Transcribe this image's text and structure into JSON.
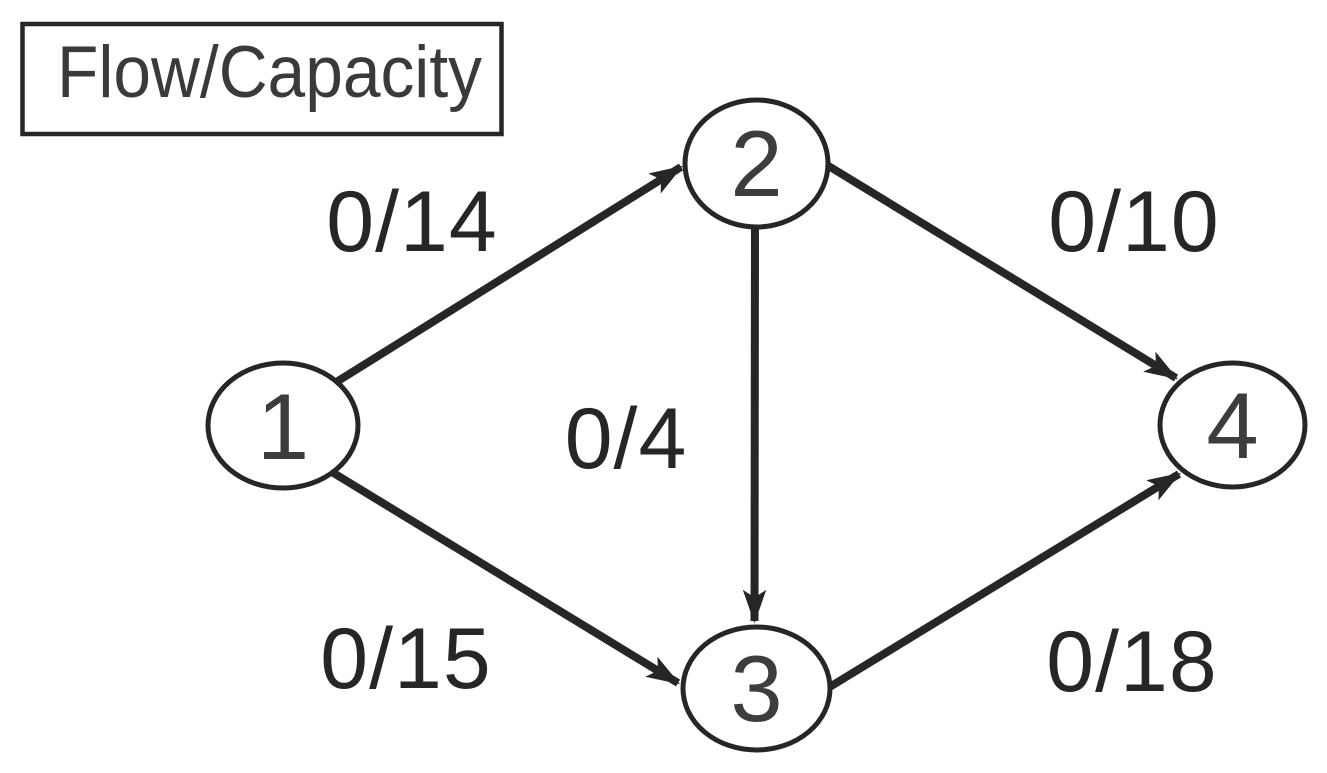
{
  "legend": {
    "label": "Flow/Capacity"
  },
  "diagram": {
    "type": "directed-flow-network",
    "label_format": "flow/capacity",
    "nodes": [
      {
        "id": "1",
        "label": "1",
        "role": "source"
      },
      {
        "id": "2",
        "label": "2",
        "role": "intermediate"
      },
      {
        "id": "3",
        "label": "3",
        "role": "intermediate"
      },
      {
        "id": "4",
        "label": "4",
        "role": "sink"
      }
    ],
    "edges": [
      {
        "from": "1",
        "to": "2",
        "flow": 0,
        "capacity": 14,
        "label": "0/14"
      },
      {
        "from": "1",
        "to": "3",
        "flow": 0,
        "capacity": 15,
        "label": "0/15"
      },
      {
        "from": "2",
        "to": "3",
        "flow": 0,
        "capacity": 4,
        "label": "0/4"
      },
      {
        "from": "2",
        "to": "4",
        "flow": 0,
        "capacity": 10,
        "label": "0/10"
      },
      {
        "from": "3",
        "to": "4",
        "flow": 0,
        "capacity": 18,
        "label": "0/18"
      }
    ],
    "colors": {
      "line": "#262626",
      "node_fill": "#ffffff",
      "node_text": "#3d3d3d",
      "edge_label_text": "#262626",
      "background": "#ffffff"
    }
  }
}
